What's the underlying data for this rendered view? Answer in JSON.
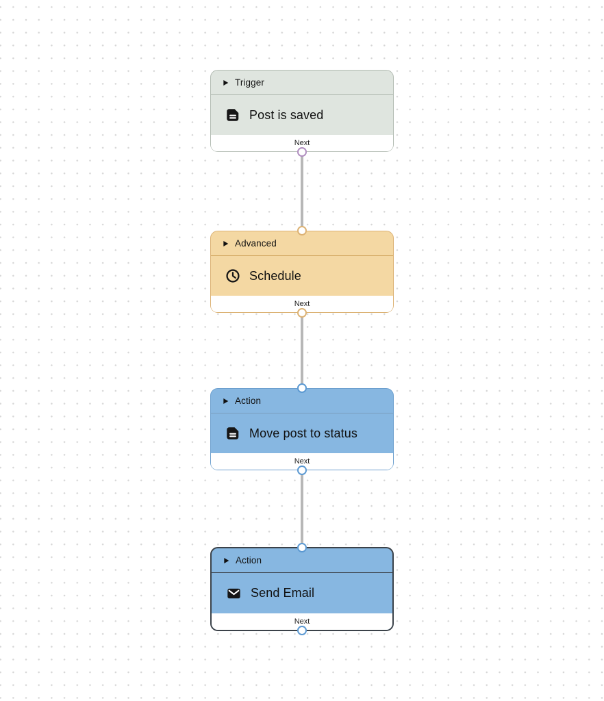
{
  "canvas": {
    "background": "#ffffff",
    "dot_color": "#d6d6d6",
    "edge_color": "#b7b7b7"
  },
  "nodes": [
    {
      "id": "post-is-saved",
      "category": "Trigger",
      "label": "Post is saved",
      "icon": "document-icon",
      "footer_label": "Next",
      "selected": false,
      "colors": {
        "bg": "#dfe5df",
        "border": "#b3bcb3",
        "divider": "#a9b3a9",
        "port": "#b18fc0"
      }
    },
    {
      "id": "schedule",
      "category": "Advanced",
      "label": "Schedule",
      "icon": "clock-icon",
      "footer_label": "Next",
      "selected": false,
      "colors": {
        "bg": "#f4d8a3",
        "border": "#dcb274",
        "divider": "#d2a75f",
        "port": "#dcb274"
      }
    },
    {
      "id": "move-post-to-status",
      "category": "Action",
      "label": "Move post to status",
      "icon": "document-icon",
      "footer_label": "Next",
      "selected": false,
      "colors": {
        "bg": "#87b7e1",
        "border": "#6da0cf",
        "divider": "#7a9dbd",
        "port": "#5b99d2"
      }
    },
    {
      "id": "send-email",
      "category": "Action",
      "label": "Send Email",
      "icon": "mail-icon",
      "footer_label": "Next",
      "selected": true,
      "colors": {
        "bg": "#87b7e1",
        "border": "#3b4249",
        "divider": "#3b4249",
        "port": "#5b99d2"
      }
    }
  ],
  "edges": [
    {
      "from": "post-is-saved",
      "to": "schedule"
    },
    {
      "from": "schedule",
      "to": "move-post-to-status"
    },
    {
      "from": "move-post-to-status",
      "to": "send-email"
    }
  ]
}
